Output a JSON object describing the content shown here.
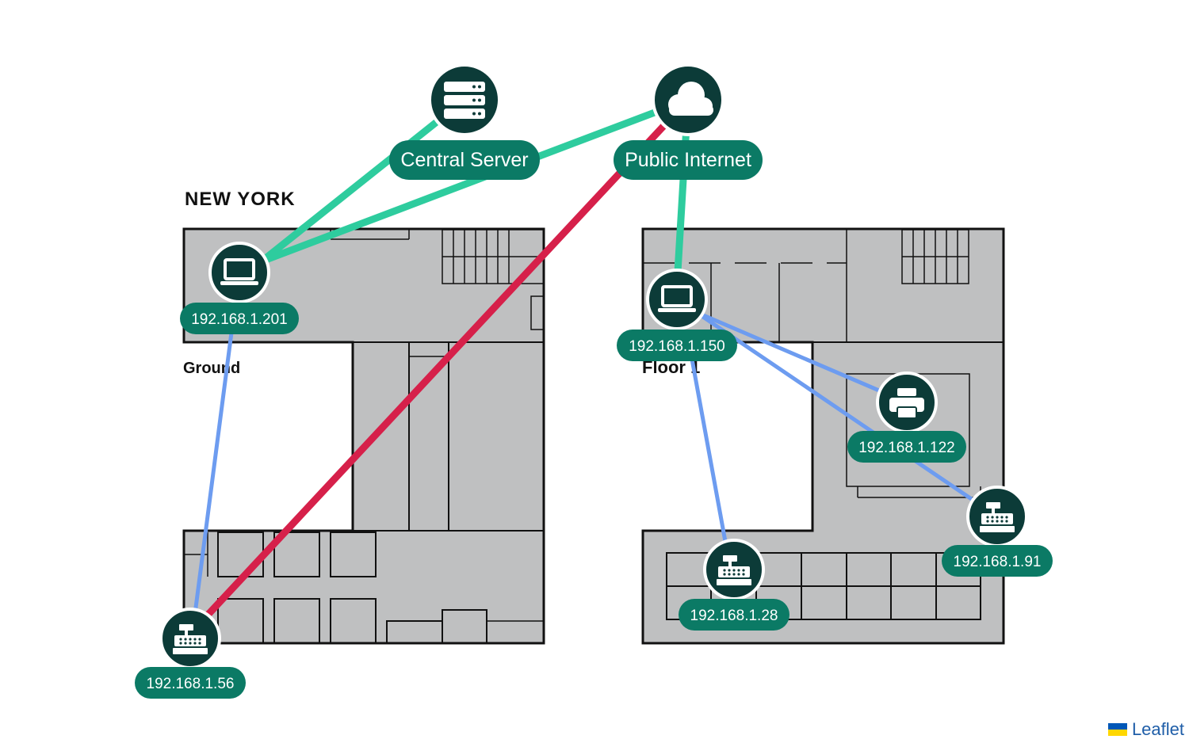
{
  "building": {
    "city_label": "NEW YORK",
    "ground_label": "Ground",
    "floor1_label": "Floor 1"
  },
  "nodes": {
    "central_server": {
      "label": "Central Server",
      "icon": "server-icon"
    },
    "public_internet": {
      "label": "Public Internet",
      "icon": "cloud-icon"
    },
    "pc_201": {
      "label": "192.168.1.201",
      "icon": "laptop-icon"
    },
    "pos_56": {
      "label": "192.168.1.56",
      "icon": "cash-register-icon"
    },
    "pc_150": {
      "label": "192.168.1.150",
      "icon": "laptop-icon"
    },
    "printer_122": {
      "label": "192.168.1.122",
      "icon": "printer-icon"
    },
    "pos_91": {
      "label": "192.168.1.91",
      "icon": "cash-register-icon"
    },
    "pos_28": {
      "label": "192.168.1.28",
      "icon": "cash-register-icon"
    }
  },
  "colors": {
    "node": "#0c3b38",
    "pill": "#0b7a65",
    "link_server": "#2ecc9e",
    "link_lan": "#6d9cf0",
    "link_alert": "#d6204a"
  },
  "attribution": {
    "text": "Leaflet"
  }
}
